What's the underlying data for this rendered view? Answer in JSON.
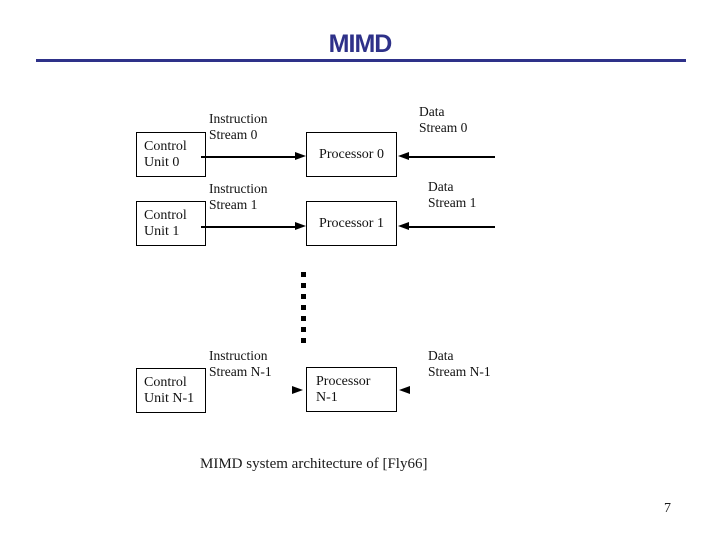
{
  "slide": {
    "title": "MIMD",
    "page_number": "7",
    "accent_color": "#2E3189"
  },
  "diagram": {
    "rows": [
      {
        "control": [
          "Control",
          "Unit 0"
        ],
        "instruction": [
          "Instruction",
          "Stream 0"
        ],
        "processor": [
          "Processor 0"
        ],
        "data": [
          "Data",
          "Stream 0"
        ]
      },
      {
        "control": [
          "Control",
          "Unit 1"
        ],
        "instruction": [
          "Instruction",
          "Stream 1"
        ],
        "processor": [
          "Processor 1"
        ],
        "data": [
          "Data",
          "Stream 1"
        ]
      },
      {
        "control": [
          "Control",
          "Unit N-1"
        ],
        "instruction": [
          "Instruction",
          "Stream N-1"
        ],
        "processor": [
          "Processor",
          "N-1"
        ],
        "data": [
          "Data",
          "Stream N-1"
        ]
      }
    ],
    "caption": "MIMD system architecture of [Fly66]"
  }
}
